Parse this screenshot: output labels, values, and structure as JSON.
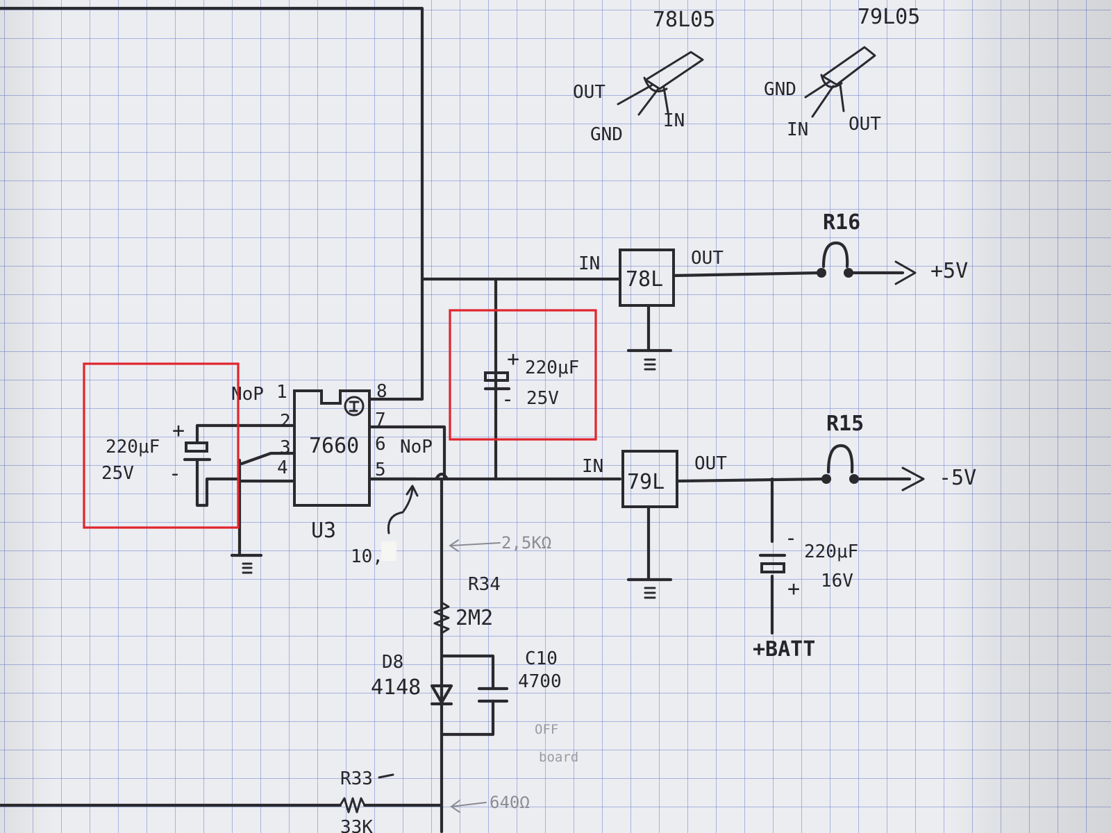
{
  "pinouts": {
    "r78": {
      "title": "78L05",
      "out": "OUT",
      "gnd": "GND",
      "in": "IN"
    },
    "r79": {
      "title": "79L05",
      "gnd": "GND",
      "in": "IN",
      "out": "OUT"
    }
  },
  "u3": {
    "name": "7660",
    "ref": "U3",
    "nop_left": "NoP",
    "nop_right": "NoP",
    "pins": [
      "1",
      "2",
      "3",
      "4",
      "5",
      "6",
      "7",
      "8"
    ]
  },
  "reg_pos": {
    "name": "78L",
    "in": "IN",
    "out": "OUT",
    "fuse": "R16",
    "rail": "+5V"
  },
  "reg_neg": {
    "name": "79L",
    "in": "IN",
    "out": "OUT",
    "fuse": "R15",
    "rail": "-5V"
  },
  "caps": {
    "c_left": {
      "value": "220μF",
      "voltage": "25V",
      "plus": "+",
      "minus": "-"
    },
    "c_mid": {
      "value": "220μF",
      "voltage": "25V",
      "plus": "+",
      "minus": "-"
    },
    "c_right": {
      "value": "220μF",
      "voltage": "16V",
      "plus": "+",
      "minus": "-"
    },
    "c10": {
      "ref": "C10",
      "value": "4700"
    }
  },
  "labels": {
    "r34": "R34",
    "r34_val": "2M2",
    "r34_note": "2,5KΩ",
    "cap_10": "10,",
    "d8_ref": "D8",
    "d8_val": "4148",
    "off": "OFF",
    "board": "board",
    "r33": "R33",
    "r33_note": "640Ω",
    "r33_val": "33K",
    "batt": "+BATT"
  }
}
